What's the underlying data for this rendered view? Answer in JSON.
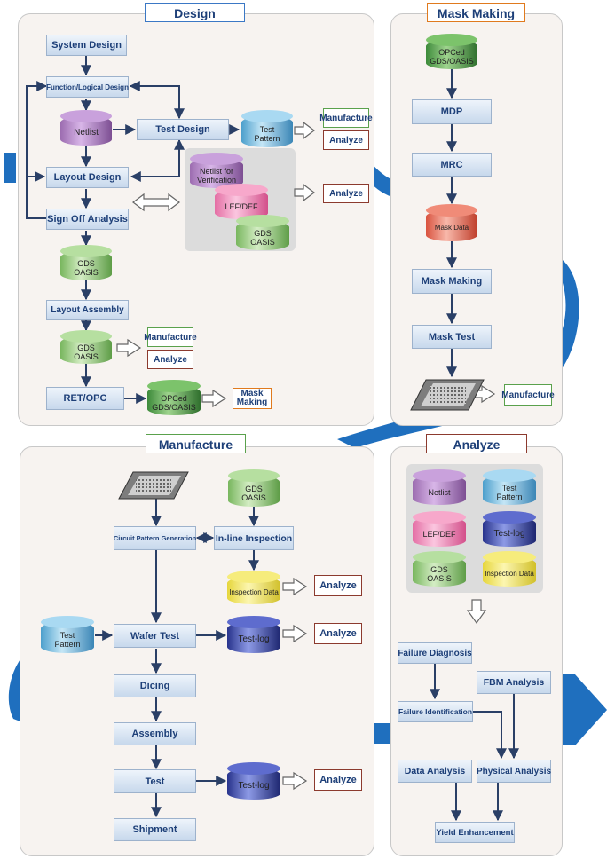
{
  "panels": {
    "design": "Design",
    "mask_making": "Mask Making",
    "manufacture": "Manufacture",
    "analyze": "Analyze"
  },
  "design": {
    "system_design": "System Design",
    "function_logical_design": "Function/Logical Design",
    "netlist": "Netlist",
    "test_design": "Test Design",
    "test_pattern": "Test\nPattern",
    "manufacture_tag": "Manufacture",
    "analyze_tag_1": "Analyze",
    "layout_design": "Layout Design",
    "netlist_for_verification": "Netlist for\nVerification",
    "lef_def": "LEF/DEF",
    "gds_oasis_db": "GDS\nOASIS",
    "analyze_tag_2": "Analyze",
    "sign_off_analysis": "Sign Off Analysis",
    "gds_oasis_1": "GDS\nOASIS",
    "layout_assembly": "Layout Assembly",
    "gds_oasis_2": "GDS\nOASIS",
    "manufacture_tag_2": "Manufacture",
    "analyze_tag_3": "Analyze",
    "ret_opc": "RET/OPC",
    "opced_gds": "OPCed\nGDS/OASIS",
    "mask_making_tag": "Mask\nMaking"
  },
  "mask": {
    "opced_gds": "OPCed\nGDS/OASIS",
    "mdp": "MDP",
    "mrc": "MRC",
    "mask_data": "Mask Data",
    "mask_making": "Mask Making",
    "mask_test": "Mask Test",
    "manufacture_tag": "Manufacture"
  },
  "manufacture": {
    "gds_oasis": "GDS\nOASIS",
    "circuit_pattern_generation": "Circuit Pattern Generation",
    "inline_inspection": "In-line Inspection",
    "inspection_data": "Inspection Data",
    "analyze_tag_1": "Analyze",
    "test_pattern": "Test\nPattern",
    "wafer_test": "Wafer Test",
    "test_log_1": "Test-log",
    "analyze_tag_2": "Analyze",
    "dicing": "Dicing",
    "assembly": "Assembly",
    "test": "Test",
    "test_log_2": "Test-log",
    "analyze_tag_3": "Analyze",
    "shipment": "Shipment"
  },
  "analyze": {
    "netlist": "Netlist",
    "test_pattern": "Test\nPattern",
    "lef_def": "LEF/DEF",
    "test_log": "Test-log",
    "gds_oasis": "GDS\nOASIS",
    "inspection_data": "Inspection Data",
    "failure_diagnosis": "Failure Diagnosis",
    "fbm_analysis": "FBM Analysis",
    "failure_identification": "Failure Identification",
    "data_analysis": "Data Analysis",
    "physical_analysis": "Physical Analysis",
    "yield_enhancement": "Yield Enhancement"
  },
  "colors": {
    "title_text": "#1d3f78",
    "arrow": "#2a3f66",
    "cycle_arrow": "#1f6fbe",
    "design_border": "#3b78c5",
    "mask_border": "#e07a1e",
    "manufacture_border": "#5aa14c",
    "analyze_border": "#8c3a2e"
  }
}
